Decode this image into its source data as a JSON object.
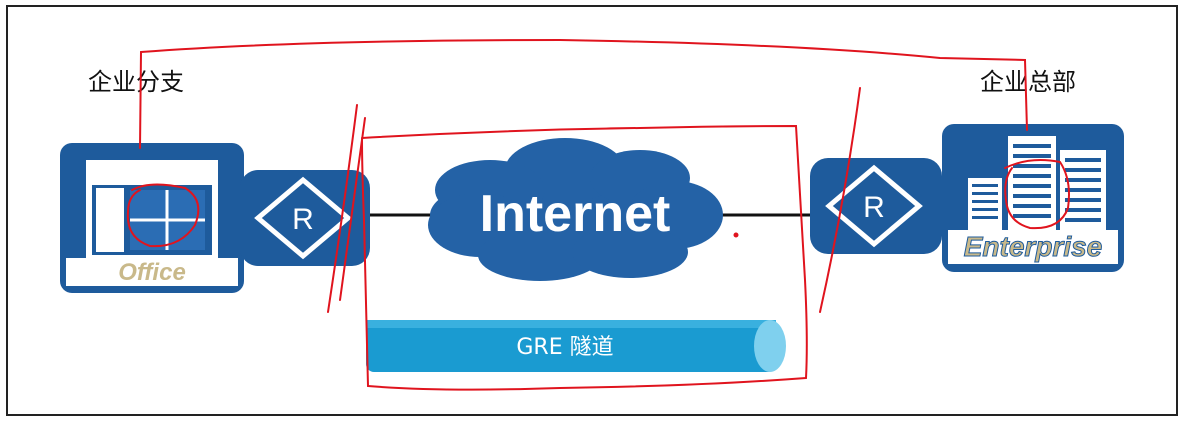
{
  "labels": {
    "branch": "企业分支",
    "hq": "企业总部",
    "internet": "Internet",
    "office": "Office",
    "enterprise": "Enterprise",
    "router_symbol": "R",
    "tunnel": "GRE 隧道"
  },
  "colors": {
    "icon_blue": "#1e5b9c",
    "cloud_blue": "#2462a6",
    "tunnel_blue": "#1a9bd1",
    "annotation_red": "#e0141e",
    "icon_text_gold": "#c9b98a"
  },
  "icons": [
    "office-building-icon",
    "router-icon",
    "internet-cloud-icon",
    "enterprise-buildings-icon",
    "tunnel-pipe-icon"
  ]
}
